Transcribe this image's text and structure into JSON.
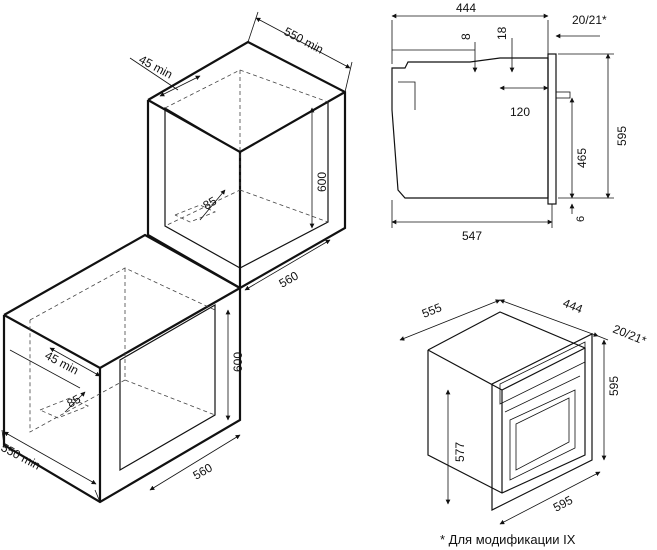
{
  "installation": {
    "upper": {
      "depth_label": "550 min",
      "gap_label": "45 min",
      "height_label": "600",
      "width_label": "560",
      "vent_label": "85"
    },
    "lower": {
      "depth_label": "550 min",
      "gap_label": "45 min",
      "height_label": "600",
      "width_label": "560",
      "vent_label": "85"
    }
  },
  "side_view": {
    "overall_depth": "444",
    "front_depth": "20/21*",
    "top_offset_a": "8",
    "top_offset_b": "18",
    "rear_step": "120",
    "total_height": "595",
    "inner_height": "465",
    "bottom_offset": "6",
    "bottom_depth": "547"
  },
  "iso_view": {
    "depth": "555",
    "width_top": "444",
    "front_depth": "20/21*",
    "height": "595",
    "body_height": "577",
    "width": "595"
  },
  "footnote": "* Для модификации IX"
}
